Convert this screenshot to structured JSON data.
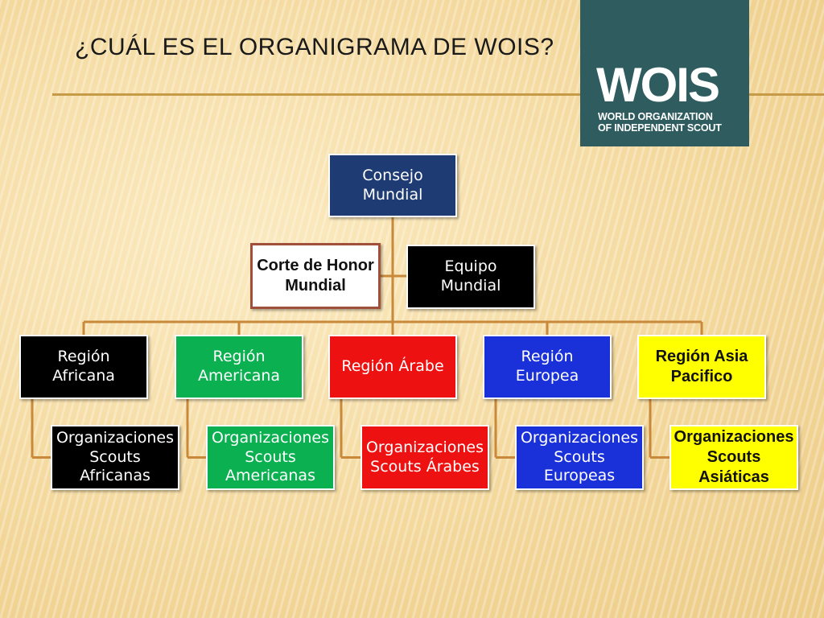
{
  "slide": {
    "title": "¿CUÁL ES EL ORGANIGRAMA DE WOIS?"
  },
  "logo": {
    "wordmark": "WOIS",
    "line1": "WORLD ORGANIZATION",
    "line2": "OF INDEPENDENT SCOUT",
    "background_color": "#2f5c5f"
  },
  "org_chart": {
    "top": {
      "label": "Consejo\nMundial",
      "color": "#1f3b73",
      "text_color": "#ffffff"
    },
    "assistants": [
      {
        "label": "Corte de Honor\nMundial",
        "color": "#ffffff",
        "text_color": "#111111",
        "border": "#a0503a"
      },
      {
        "label": "Equipo\nMundial",
        "color": "#000000",
        "text_color": "#ffffff"
      }
    ],
    "regions": [
      {
        "label": "Región\nAfricana",
        "color": "#000000",
        "text_color": "#ffffff",
        "child": {
          "label": "Organizaciones\nScouts\nAfricanas",
          "color": "#000000",
          "text_color": "#ffffff"
        }
      },
      {
        "label": "Región\nAmericana",
        "color": "#0bb050",
        "text_color": "#ffffff",
        "child": {
          "label": "Organizaciones\nScouts\nAmericanas",
          "color": "#0bb050",
          "text_color": "#ffffff"
        }
      },
      {
        "label": "Región Árabe",
        "color": "#ee1111",
        "text_color": "#ffffff",
        "child": {
          "label": "Organizaciones\nScouts Árabes",
          "color": "#ee1111",
          "text_color": "#ffffff"
        }
      },
      {
        "label": "Región\nEuropea",
        "color": "#1a30d8",
        "text_color": "#ffffff",
        "child": {
          "label": "Organizaciones\nScouts\nEuropeas",
          "color": "#1a30d8",
          "text_color": "#ffffff"
        }
      },
      {
        "label": "Región Asia\nPacifico",
        "color": "#ffff00",
        "text_color": "#111111",
        "child": {
          "label": "Organizaciones\nScouts\nAsiáticas",
          "color": "#ffff00",
          "text_color": "#111111"
        }
      }
    ],
    "connector_color": "#c8893a"
  }
}
